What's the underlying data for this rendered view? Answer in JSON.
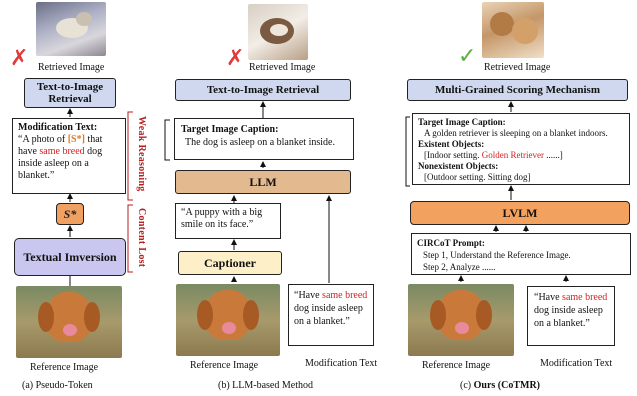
{
  "panel_a": {
    "retrieved_label": "Retrieved Image",
    "retrieval_box": "Text-to-Image Retrieval",
    "mod_title": "Modification Text:",
    "mod_pre": "“A photo of ",
    "mod_token": "[S*]",
    "mod_mid": " that have ",
    "mod_red": "same breed",
    "mod_post": " dog inside asleep on a blanket.”",
    "token": "S*",
    "inversion": "Textual Imversion",
    "reference_label": "Reference Image",
    "caption": "(a)  Pseudo-Token"
  },
  "side_labels": {
    "weak": "Weak Reasoning",
    "lost": "Content Lost"
  },
  "panel_b": {
    "retrieved_label": "Retrieved Image",
    "retrieval_box": "Text-to-Image Retrieval",
    "target_title": "Target Image Caption:",
    "target_text": "The dog is asleep on a blanket inside.",
    "llm": "LLM",
    "puppy_caption": "“A puppy with a big smile on its face.”",
    "captioner": "Captioner",
    "mod_pre": "“Have ",
    "mod_red": "same breed",
    "mod_post": " dog inside asleep on a blanket.”",
    "reference_label": "Reference Image",
    "modification_label": "Modification Text",
    "caption": "(b)  LLM-based Method"
  },
  "panel_c": {
    "retrieved_label": "Retrieved Image",
    "scoring_box": "Multi-Grained Scoring Mechanism",
    "target_title": "Target Image Caption:",
    "target_text": "A golden retriever is sleeping on a blanket indoors.",
    "existent_title": "Existent Objects:",
    "existent_pre": "[Indoor setting. ",
    "existent_red": "Golden Retriever",
    "existent_post": " ......]",
    "nonexistent_title": "Nonexistent Objects:",
    "nonexistent_text": "[Outdoor setting. Sitting dog]",
    "lvlm": "LVLM",
    "prompt_title": "CIRCoT Prompt:",
    "prompt_step1": "Step 1, Understand the Reference Image.",
    "prompt_step2": "Step 2, Analyze ......",
    "mod_pre": "“Have ",
    "mod_red": "same breed",
    "mod_post": " dog inside asleep on a blanket.”",
    "reference_label": "Reference Image",
    "modification_label": "Modification Text",
    "caption_pre": "(c)  ",
    "caption_bold": "Ours (CoTMR)"
  },
  "icons": {
    "fail": "cross-mark-icon",
    "success": "check-mark-icon"
  },
  "colors": {
    "blue_box": "#cfd8ee",
    "tan_box": "#e3b98f",
    "cream_box": "#fdf0c8",
    "orange_box": "#f0a060",
    "purple_box": "#c9c6ef",
    "highlight_red": "#d62020",
    "warning_red": "#b42020"
  }
}
